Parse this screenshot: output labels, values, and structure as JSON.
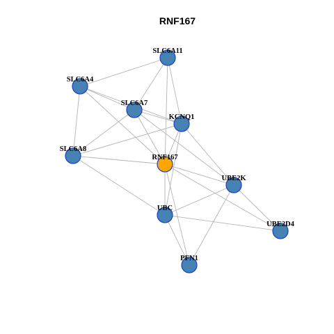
{
  "title": "RNF167",
  "colors": {
    "node_fill": "#4682b4",
    "focus_fill": "#ffa500",
    "node_stroke": "#1d3fc0",
    "edge": "#b4b4b4"
  },
  "nodes": [
    {
      "id": "SLC6A11",
      "label": "SLC6A11",
      "focus": false
    },
    {
      "id": "SLC6A4",
      "label": "SLC6A4",
      "focus": false
    },
    {
      "id": "SLC6A7",
      "label": "SLC6A7",
      "focus": false
    },
    {
      "id": "KCNQ1",
      "label": "KCNQ1",
      "focus": false
    },
    {
      "id": "SLC6A8",
      "label": "SLC6A8",
      "focus": false
    },
    {
      "id": "RNF167",
      "label": "RNF167",
      "focus": true
    },
    {
      "id": "UBE2K",
      "label": "UBE2K",
      "focus": false
    },
    {
      "id": "UBC",
      "label": "UBC",
      "focus": false
    },
    {
      "id": "UBE2D4",
      "label": "UBE2D4",
      "focus": false
    },
    {
      "id": "PFN1",
      "label": "PFN1",
      "focus": false
    }
  ],
  "edges": [
    [
      "SLC6A11",
      "SLC6A4"
    ],
    [
      "SLC6A11",
      "SLC6A7"
    ],
    [
      "SLC6A11",
      "KCNQ1"
    ],
    [
      "SLC6A11",
      "RNF167"
    ],
    [
      "SLC6A4",
      "SLC6A7"
    ],
    [
      "SLC6A4",
      "KCNQ1"
    ],
    [
      "SLC6A4",
      "SLC6A8"
    ],
    [
      "SLC6A4",
      "RNF167"
    ],
    [
      "SLC6A7",
      "KCNQ1"
    ],
    [
      "SLC6A7",
      "SLC6A8"
    ],
    [
      "SLC6A7",
      "RNF167"
    ],
    [
      "SLC6A7",
      "UBE2K"
    ],
    [
      "KCNQ1",
      "SLC6A8"
    ],
    [
      "KCNQ1",
      "RNF167"
    ],
    [
      "KCNQ1",
      "UBE2K"
    ],
    [
      "KCNQ1",
      "UBC"
    ],
    [
      "SLC6A8",
      "RNF167"
    ],
    [
      "SLC6A8",
      "UBC"
    ],
    [
      "RNF167",
      "UBE2K"
    ],
    [
      "RNF167",
      "UBC"
    ],
    [
      "RNF167",
      "UBE2D4"
    ],
    [
      "RNF167",
      "PFN1"
    ],
    [
      "UBE2K",
      "UBC"
    ],
    [
      "UBE2K",
      "UBE2D4"
    ],
    [
      "UBE2K",
      "PFN1"
    ],
    [
      "UBC",
      "UBE2D4"
    ],
    [
      "UBC",
      "PFN1"
    ]
  ]
}
